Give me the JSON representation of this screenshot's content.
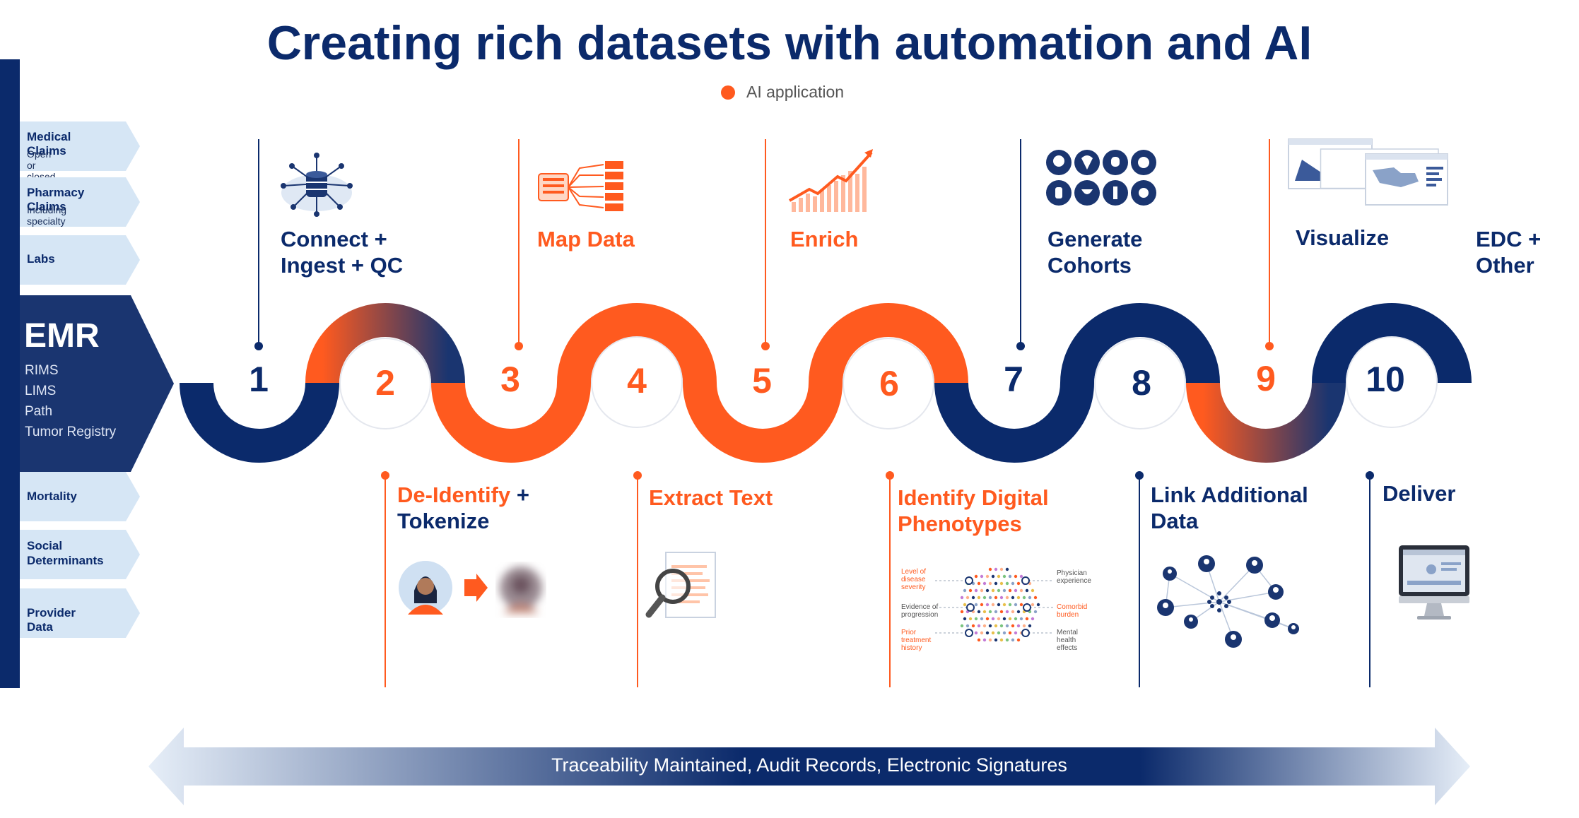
{
  "title": "Creating rich datasets with automation and AI",
  "legend": {
    "label": "AI application",
    "color": "#ff5a1f"
  },
  "colors": {
    "navy": "#0b2a6b",
    "orange": "#ff5a1f",
    "light_blue": "#d6e6f5"
  },
  "sources_top": [
    {
      "label": "Medical Claims",
      "sub": "Open or closed"
    },
    {
      "label": "Pharmacy Claims",
      "sub": "Including specialty"
    },
    {
      "label": "Labs",
      "sub": ""
    }
  ],
  "emr": {
    "label": "EMR",
    "items": [
      "RIMS",
      "LIMS",
      "Path",
      "Tumor Registry"
    ]
  },
  "sources_bottom": [
    {
      "label": "Mortality"
    },
    {
      "label": "Social Determinants"
    },
    {
      "label": "Provider Data"
    }
  ],
  "steps": [
    {
      "num": "1",
      "label_line1": "Connect +",
      "label_line2": "Ingest + QC",
      "ai": false,
      "icon": "database-network-icon"
    },
    {
      "num": "2",
      "label_line1": "De-Identify",
      "label_suffix": "+",
      "label_line2": "Tokenize",
      "ai": true,
      "icon": "person-blur-icon"
    },
    {
      "num": "3",
      "label_line1": "Map Data",
      "ai": true,
      "icon": "data-mapping-icon"
    },
    {
      "num": "4",
      "label_line1": "Extract Text",
      "ai": true,
      "icon": "document-magnifier-icon"
    },
    {
      "num": "5",
      "label_line1": "Enrich",
      "ai": true,
      "icon": "growth-chart-icon"
    },
    {
      "num": "6",
      "label_line1": "Identify Digital",
      "label_line2": "Phenotypes",
      "ai": true,
      "icon": "phenotype-dots-icon"
    },
    {
      "num": "7",
      "label_line1": "Generate",
      "label_line2": "Cohorts",
      "ai": false,
      "icon": "organ-icons-grid"
    },
    {
      "num": "8",
      "label_line1": "Link Additional",
      "label_line2": "Data",
      "ai": false,
      "icon": "network-people-icon"
    },
    {
      "num": "9",
      "label_line1": "Visualize",
      "ai": false,
      "icon": "dashboard-screens-icon"
    },
    {
      "num": "10",
      "label_line1": "Deliver",
      "ai": false,
      "icon": "monitor-icon"
    }
  ],
  "extra": {
    "line1": "EDC +",
    "line2": "Other"
  },
  "phenotype": {
    "left": [
      "Level of disease severity",
      "Evidence of progression",
      "Prior treatment history"
    ],
    "right": [
      "Physician experience",
      "Comorbid burden",
      "Mental health effects"
    ]
  },
  "banner": "Traceability Maintained, Audit Records, Electronic Signatures"
}
